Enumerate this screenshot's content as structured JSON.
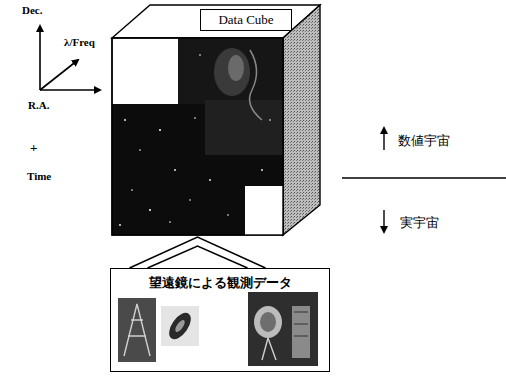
{
  "diagram": {
    "nodes": [
      {
        "text": [
          "Data Cube"
        ]
      },
      {
        "text": [
          "望遠鏡による観測データ"
        ]
      }
    ],
    "edges": [
      {
        "from": 1,
        "to": 0,
        "arrow": "to"
      }
    ],
    "labels": [
      "Dec.",
      "λ/Freq",
      "R.A.",
      "+",
      "Time",
      "数値宇宙",
      "実宇宙"
    ]
  }
}
